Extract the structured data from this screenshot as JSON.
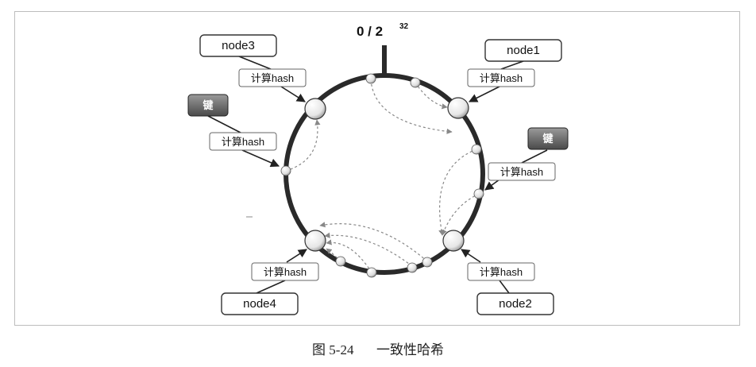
{
  "top_label": {
    "base": "0 / 2",
    "exponent": "32"
  },
  "nodes": [
    "node1",
    "node2",
    "node3",
    "node4"
  ],
  "hash_label": "计算hash",
  "key_label": "键",
  "caption": {
    "number": "图 5-24",
    "title": "一致性哈希"
  },
  "colors": {
    "ring": "#2a2a2a",
    "key_fill": "#6a6a6a",
    "dashed": "#888888"
  }
}
